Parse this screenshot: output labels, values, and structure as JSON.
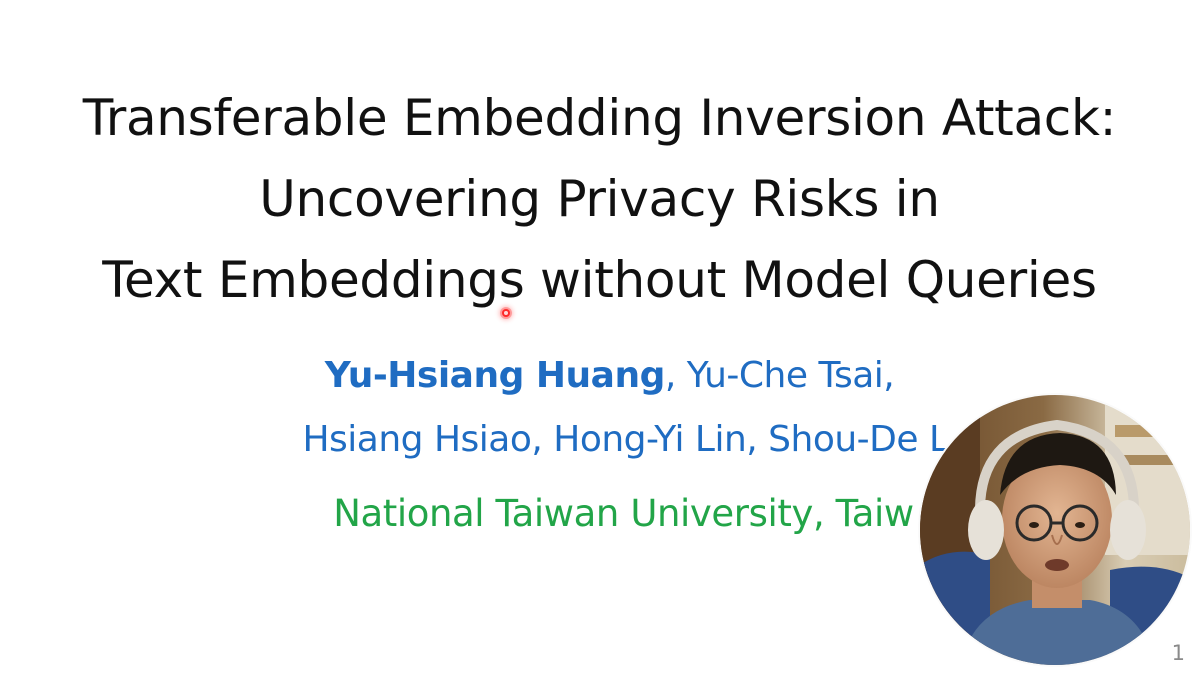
{
  "slide": {
    "title_lines": [
      "Transferable Embedding Inversion Attack:",
      "Uncovering Privacy Risks in",
      "Text Embeddings without Model Queries"
    ],
    "authors": {
      "presenter": "Yu-Hsiang Huang",
      "line1_rest": ", Yu-Che Tsai,",
      "line2": "Hsiang Hsiao, Hong-Yi Lin, Shou-De L"
    },
    "affiliation": "National Taiwan University, Taiw",
    "page_number": "1"
  },
  "colors": {
    "title": "#111111",
    "authors": "#1f6cc2",
    "affiliation": "#22a548",
    "laser": "#ff2a2a",
    "page_number": "#8a8a8a"
  },
  "overlay": {
    "webcam_icon": "presenter-webcam-feed",
    "pointer_icon": "laser-pointer-dot"
  }
}
